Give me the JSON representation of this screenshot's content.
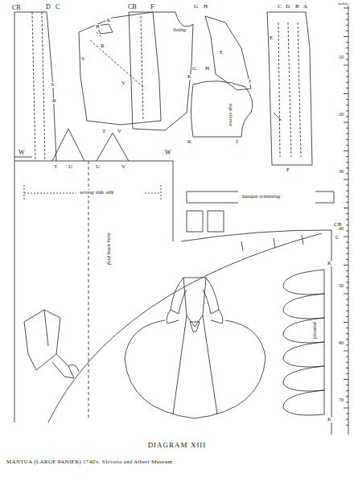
{
  "diagram": {
    "title": "DIAGRAM XIII",
    "caption": "MANTUA (LARGE PANIER) 1740's. Victoria and Albert Museum",
    "labels": [
      "CB",
      "D",
      "C",
      "A",
      "B",
      "F",
      "R",
      "S",
      "S",
      "R",
      "V",
      "W",
      "T",
      "U",
      "T",
      "V",
      "U",
      "V",
      "W",
      "wrong side silk",
      "fold back here",
      "CB",
      "G",
      "H",
      "lining",
      "G",
      "H",
      "E",
      "C",
      "D",
      "B",
      "A",
      "E",
      "F",
      "K",
      "J",
      "top sleeve",
      "K",
      "J",
      "basque trimming",
      "CB",
      "C",
      "K",
      "pleated",
      "K",
      "inches",
      "10",
      "20",
      "30",
      "40",
      "50",
      "60",
      "70"
    ]
  }
}
